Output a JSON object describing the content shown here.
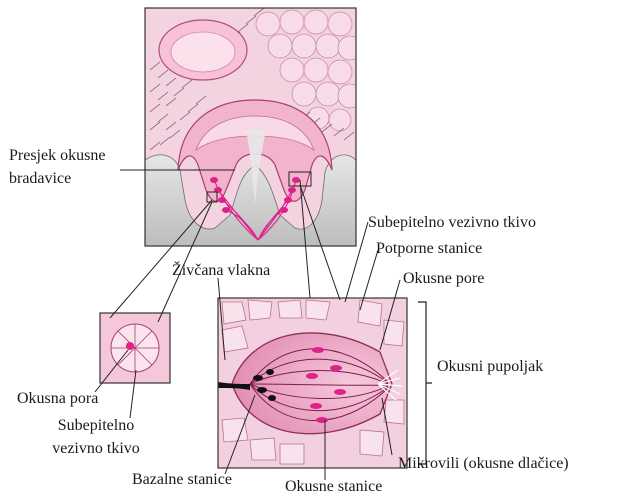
{
  "labels": {
    "papilla_section": [
      "Presjek okusne",
      "bradavice"
    ],
    "subepithelial_tissue_top": "Subepitelno vezivno tkivo",
    "supporting_cells": "Potporne stanice",
    "nerve_fibers": "Živčana vlakna",
    "taste_pores": "Okusne pore",
    "taste_bud": "Okusni pupoljak",
    "taste_pore": "Okusna pora",
    "subepithelial_tissue_bottom": [
      "Subepitelno",
      "vezivno tkivo"
    ],
    "microvilli": "Mikrovili (okusne dlačice)",
    "basal_cells": "Bazalne stanice",
    "taste_cells": "Okusne stanice"
  },
  "colors": {
    "tissue_pink": "#f2c6d8",
    "tissue_light": "#f9e0ea",
    "tissue_dark": "#d9669a",
    "magenta": "#e0218a",
    "grey_base": "#cfcfcf",
    "grey_dark": "#8c8c8c",
    "line": "#222222"
  }
}
